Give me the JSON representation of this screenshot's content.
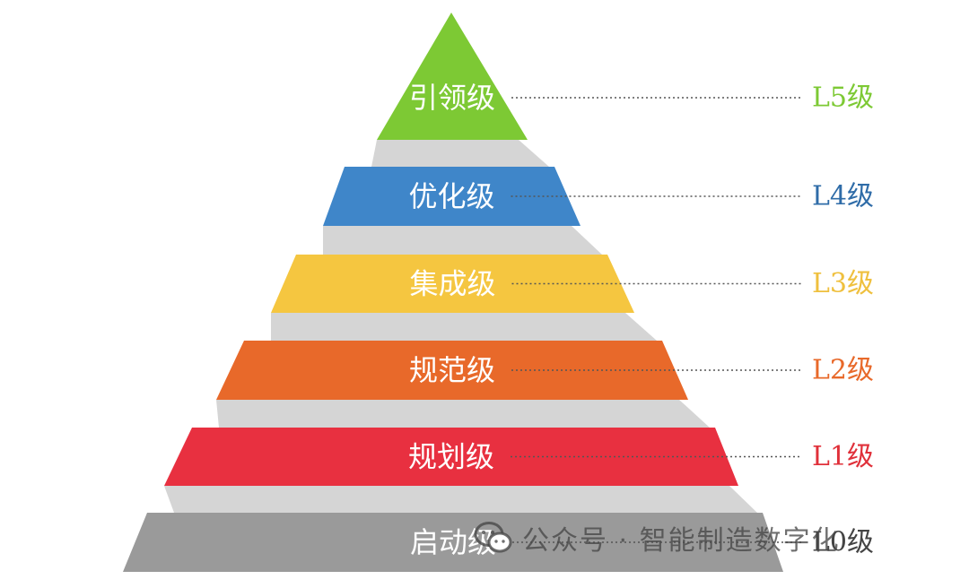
{
  "diagram": {
    "tiers": [
      {
        "name": "引领级",
        "level": "L5级",
        "color": "#7dc934",
        "level_color": "#7dc934"
      },
      {
        "name": "优化级",
        "level": "L4级",
        "color": "#3f86c9",
        "level_color": "#2f6ca8"
      },
      {
        "name": "集成级",
        "level": "L3级",
        "color": "#f5c640",
        "level_color": "#efc03e"
      },
      {
        "name": "规范级",
        "level": "L2级",
        "color": "#e8692a",
        "level_color": "#e8692a"
      },
      {
        "name": "规划级",
        "level": "L1级",
        "color": "#e83040",
        "level_color": "#e0303a"
      },
      {
        "name": "启动级",
        "level": "L0级",
        "color": "#9a9a9a",
        "level_color": "#444444"
      }
    ],
    "shadow_color": "#d5d5d5"
  },
  "watermark": {
    "text": "公众号 · 智能制造数字化"
  }
}
